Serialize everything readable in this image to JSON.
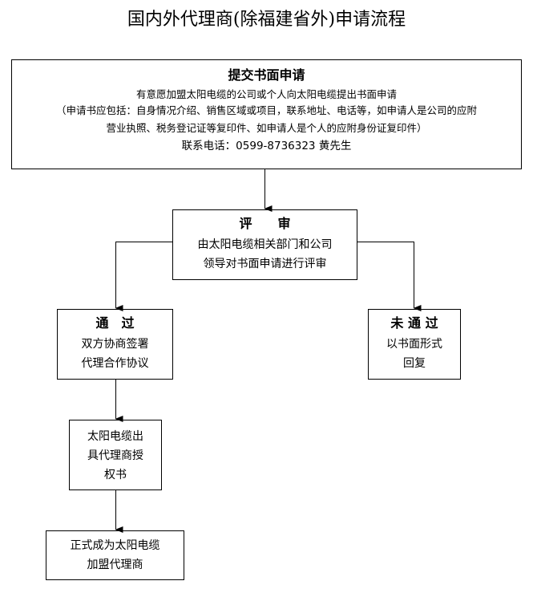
{
  "title": "国内外代理商(除福建省外)申请流程",
  "steps": {
    "submit": {
      "heading": "提交书面申请",
      "line1": "有意愿加盟太阳电缆的公司或个人向太阳电缆提出书面申请",
      "line2": "（申请书应包括：自身情况介绍、销售区域或项目，联系地址、电话等，如申请人是公司的应附",
      "line3": "营业执照、税务登记证等复印件、如申请人是个人的应附身份证复印件）",
      "contact": "联系电话：0599-8736323  黄先生"
    },
    "review": {
      "heading": "评　　审",
      "line1": "由太阳电缆相关部门和公司",
      "line2": "领导对书面申请进行评审"
    },
    "approved": {
      "heading": "通　过",
      "line1": "双方协商签署",
      "line2": "代理合作协议"
    },
    "rejected": {
      "heading": "未 通 过",
      "line1": "以书面形式",
      "line2": "回复"
    },
    "authorize": {
      "line1": "太阳电缆出",
      "line2": "具代理商授",
      "line3": "权书"
    },
    "final": {
      "line1": "正式成为太阳电缆",
      "line2": "加盟代理商"
    }
  }
}
